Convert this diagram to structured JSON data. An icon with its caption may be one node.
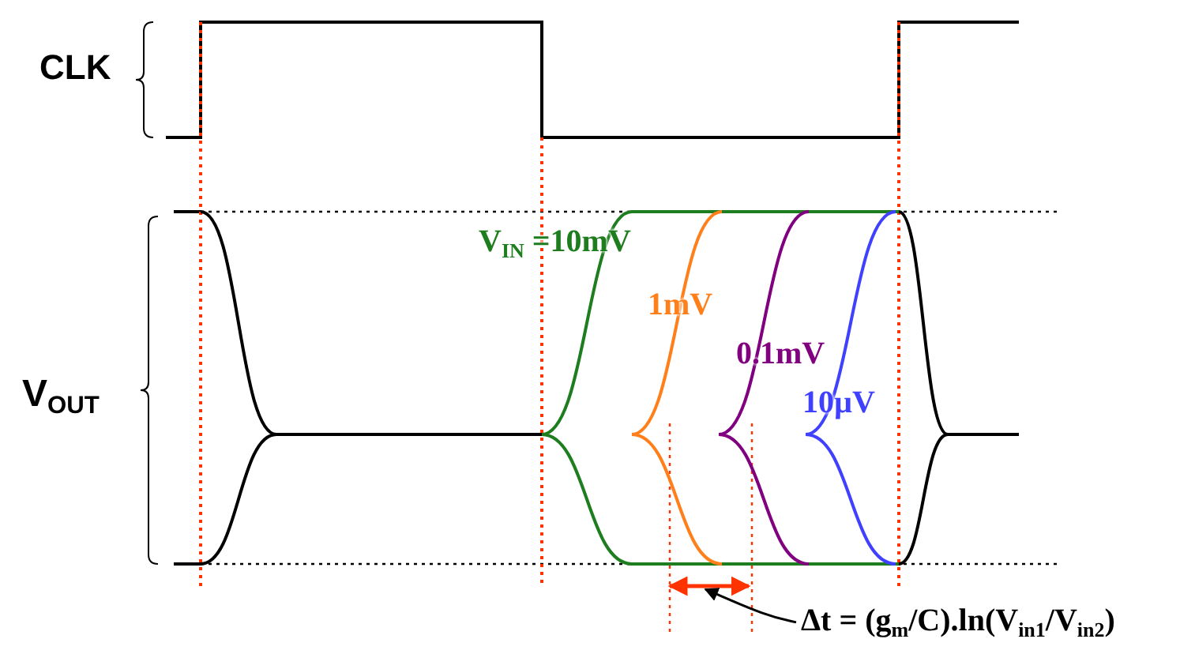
{
  "diagram": {
    "nodes": [
      {
        "text": [
          "Δt = (g$_{m}$/C).ln(V$_{in1}$/V$_{in2}$)"
        ]
      },
      {
        "text": [],
        "shape": "bar"
      }
    ],
    "edges": [
      {
        "from": 0,
        "to": 1,
        "arrow": "to"
      }
    ],
    "labels": [
      "CLK",
      "V$_{OUT}$",
      "V$_{IN}$ =10mV",
      "1mV",
      "0.1mV",
      "10µV"
    ]
  }
}
